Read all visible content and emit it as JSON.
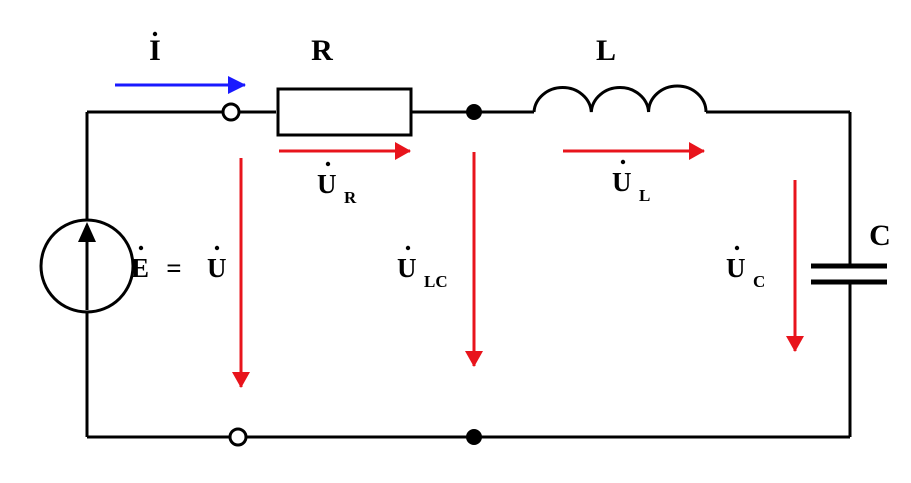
{
  "labels": {
    "current": "I",
    "resistor": "R",
    "inductor": "L",
    "capacitor": "C",
    "source_e": "E",
    "equals": "=",
    "source_u": "U",
    "u": "U",
    "sub_r": "R",
    "sub_l": "L",
    "sub_c": "C",
    "sub_lc": "LC"
  },
  "colors": {
    "wire": "#000000",
    "voltage_arrow": "#e8141c",
    "current_arrow": "#1a1aff"
  }
}
